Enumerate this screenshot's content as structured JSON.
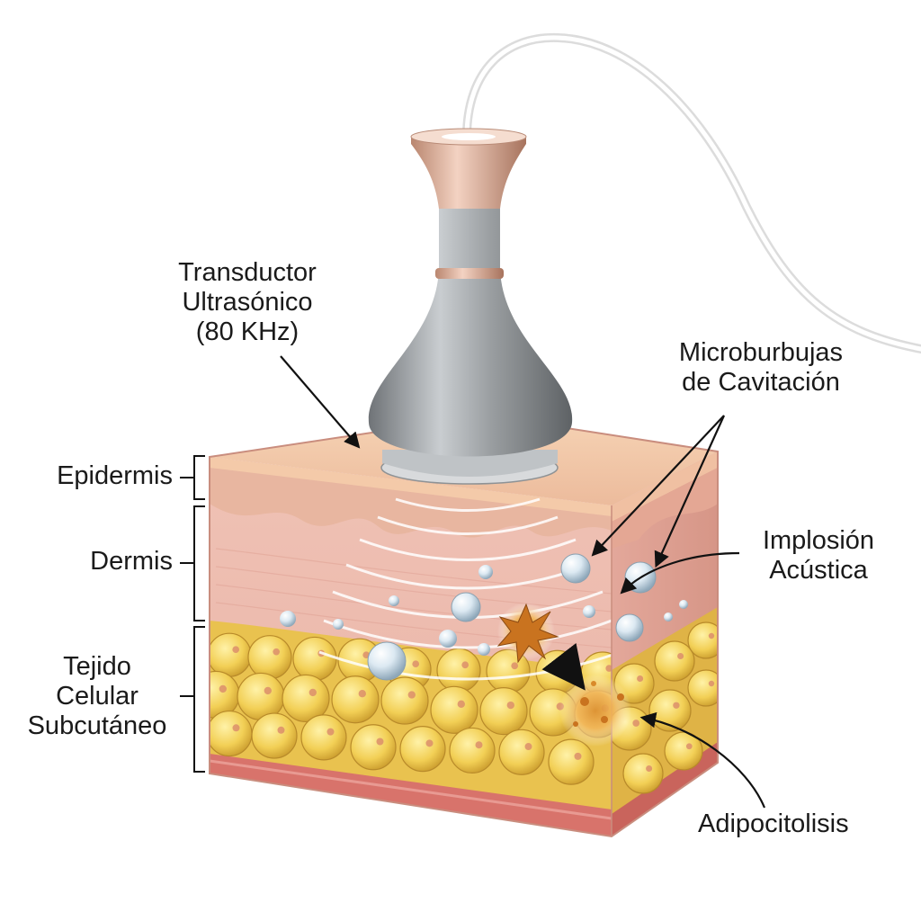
{
  "labels": {
    "transducer": [
      "Transductor",
      "Ultrasónico",
      "(80 KHz)"
    ],
    "microbubbles": [
      "Microburbujas",
      "de Cavitación"
    ],
    "implosion": [
      "Implosión",
      "Acústica"
    ],
    "epidermis": "Epidermis",
    "dermis": "Dermis",
    "subcutaneous": [
      "Tejido",
      "Celular",
      "Subcutáneo"
    ],
    "adipocytolysis": "Adipocitolisis"
  },
  "colors": {
    "epidermis": "#f2c9a8",
    "dermis": "#eebcb0",
    "fat": "#f0cf5c",
    "muscle": "#d8736b",
    "device_metal": "#8f9396",
    "device_accent": "#d89a80"
  }
}
